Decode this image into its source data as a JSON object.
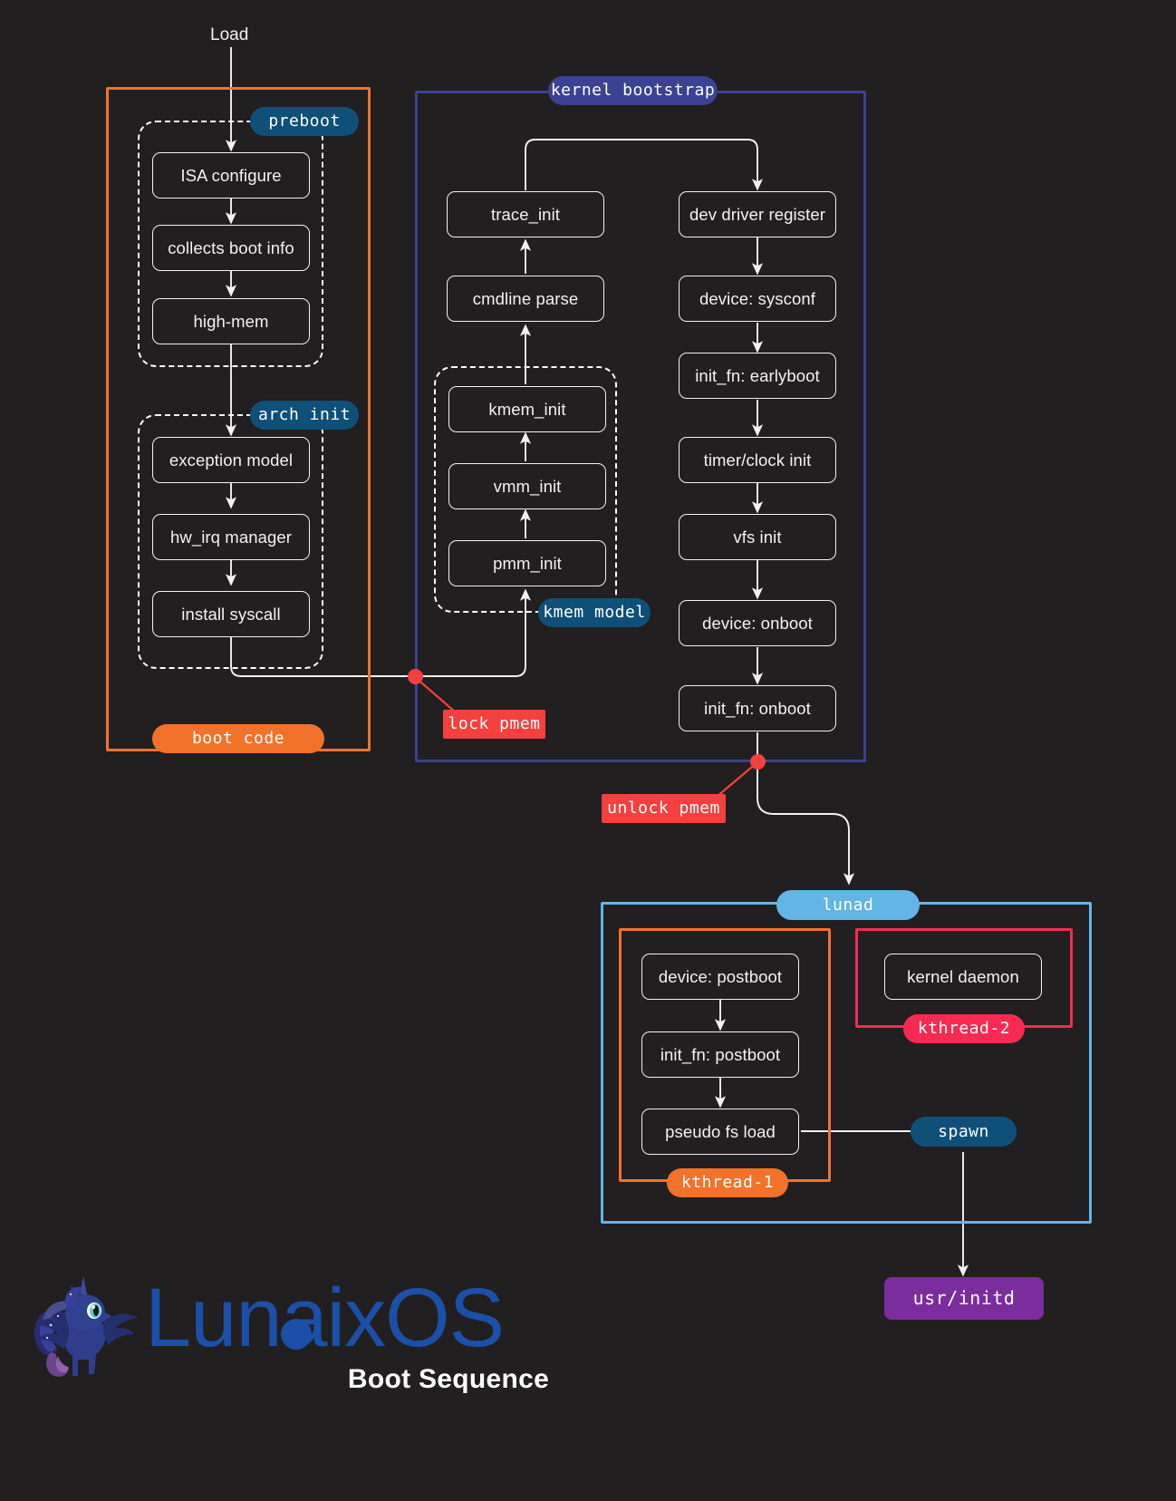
{
  "diagram": {
    "title": "Boot Sequence",
    "brand": "LunaixOS",
    "entry_label": "Load",
    "colors": {
      "background": "#211f20",
      "node_stroke": "#f2f2f2",
      "boot_code": "#f2722a",
      "kernel_bootstrap": "#3b4292",
      "lunad": "#62b5e5",
      "kthread1": "#f2722a",
      "kthread2": "#f82a52",
      "lock_tag": "#f4403f",
      "info_tag": "#0f5079",
      "initd": "#7b2d9e",
      "brand_blue": "#1b4fa8"
    },
    "groups": {
      "boot_code": {
        "label": "boot code"
      },
      "preboot": {
        "label": "preboot"
      },
      "arch_init": {
        "label": "arch init"
      },
      "kernel_bootstrap": {
        "label": "kernel bootstrap"
      },
      "kmem_model": {
        "label": "kmem model"
      },
      "lunad": {
        "label": "lunad"
      },
      "kthread1": {
        "label": "kthread-1"
      },
      "kthread2": {
        "label": "kthread-2"
      }
    },
    "annotations": {
      "lock_pmem": "lock pmem",
      "unlock_pmem": "unlock pmem",
      "spawn": "spawn"
    },
    "nodes": {
      "isa_configure": "ISA configure",
      "collects_boot_info": "collects boot info",
      "high_mem": "high-mem",
      "exception_model": "exception model",
      "hw_irq_manager": "hw_irq manager",
      "install_syscall": "install syscall",
      "trace_init": "trace_init",
      "cmdline_parse": "cmdline parse",
      "kmem_init": "kmem_init",
      "vmm_init": "vmm_init",
      "pmm_init": "pmm_init",
      "dev_driver_register": "dev driver register",
      "device_sysconf": "device: sysconf",
      "init_fn_earlyboot": "init_fn: earlyboot",
      "timer_clock_init": "timer/clock init",
      "vfs_init": "vfs init",
      "device_onboot": "device: onboot",
      "init_fn_onboot": "init_fn: onboot",
      "device_postboot": "device: postboot",
      "init_fn_postboot": "init_fn: postboot",
      "pseudo_fs_load": "pseudo fs load",
      "kernel_daemon": "kernel daemon",
      "usr_initd": "usr/initd"
    }
  }
}
